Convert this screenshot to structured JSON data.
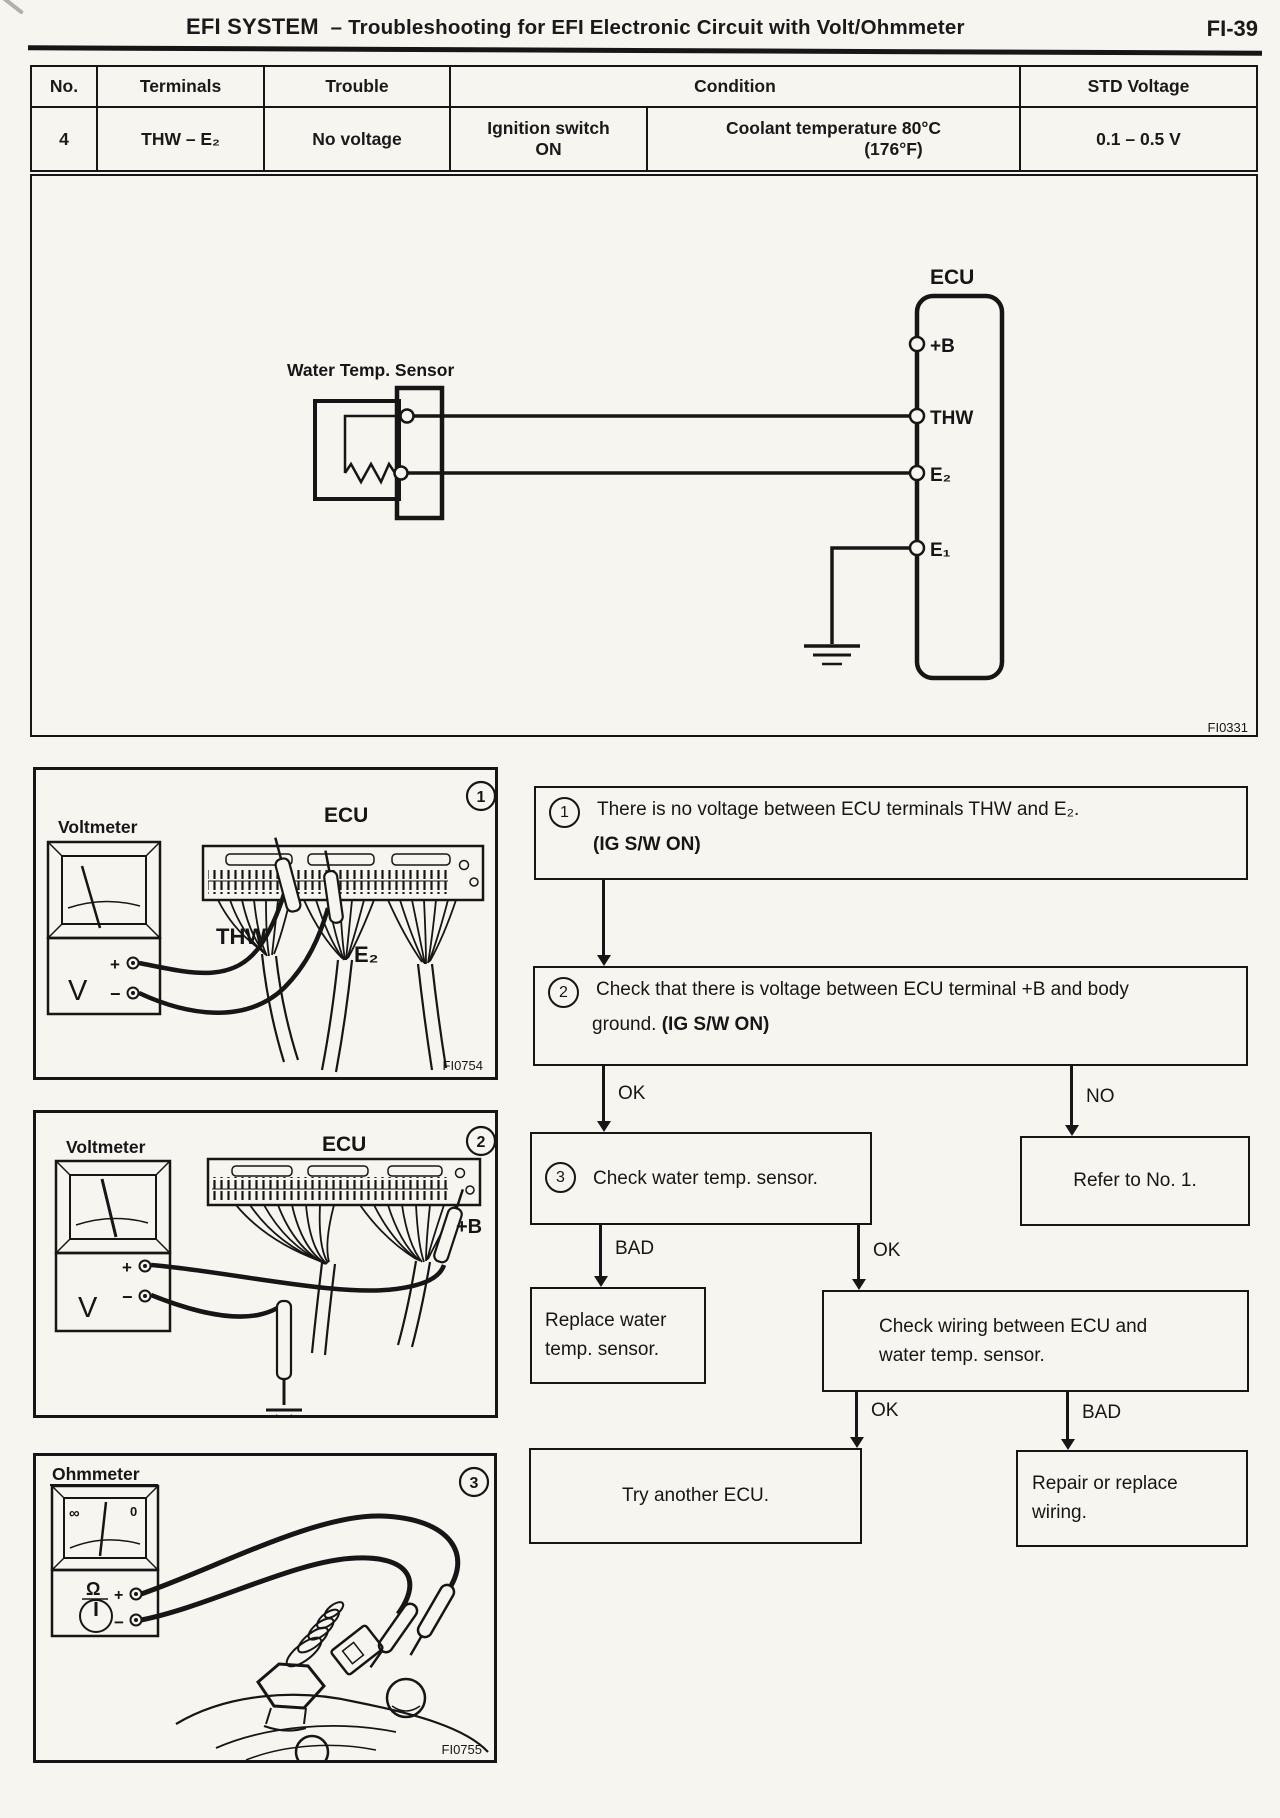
{
  "header": {
    "brand": "EFI SYSTEM",
    "title": "–  Troubleshooting for EFI Electronic Circuit with Volt/Ohmmeter",
    "page": "FI-39"
  },
  "table": {
    "headers": [
      "No.",
      "Terminals",
      "Trouble",
      "Condition",
      "STD Voltage"
    ],
    "row": {
      "no": "4",
      "terminals": "THW – E₂",
      "trouble": "No voltage",
      "condition_switch_line1": "Ignition switch",
      "condition_switch_line2": "ON",
      "condition_coolant_line1": "Coolant temperature 80°C",
      "condition_coolant_line2": "(176°F)",
      "std_voltage": "0.1 – 0.5 V"
    }
  },
  "circuit": {
    "ecu": "ECU",
    "sensor": "Water Temp. Sensor",
    "t_b": "+B",
    "t_thw": "THW",
    "t_e2": "E₂",
    "t_e1": "E₁",
    "fig": "FI0331"
  },
  "ill1": {
    "num": "1",
    "meter": "Voltmeter",
    "v": "V",
    "plus": "+",
    "minus": "−",
    "ecu": "ECU",
    "thw": "THW",
    "e2": "E₂",
    "fig": "FI0754"
  },
  "ill2": {
    "num": "2",
    "meter": "Voltmeter",
    "v": "V",
    "plus": "+",
    "minus": "−",
    "ecu": "ECU",
    "plus_b": "+B"
  },
  "ill3": {
    "num": "3",
    "meter": "Ohmmeter",
    "plus": "+",
    "minus": "−",
    "omega": "Ω",
    "inf": "∞",
    "zero": "0",
    "fig": "FI0755"
  },
  "flow": {
    "s1": {
      "n": "1",
      "t": "There is no voltage between ECU terminals THW and E₂.",
      "b": "(IG S/W ON)"
    },
    "s2": {
      "n": "2",
      "t": "Check that there is voltage between ECU terminal +B and body",
      "t2": "ground.",
      "b": "(IG S/W ON)"
    },
    "s3": {
      "n": "3",
      "t": "Check water temp. sensor."
    },
    "refer": "Refer to No. 1.",
    "rep1": "Replace water",
    "rep2": "temp. sensor.",
    "cw1": "Check wiring between ECU and",
    "cw2": "water temp. sensor.",
    "try_ecu": "Try another ECU.",
    "fix1": "Repair or replace",
    "fix2": "wiring.",
    "ok": "OK",
    "no": "NO",
    "bad": "BAD"
  }
}
